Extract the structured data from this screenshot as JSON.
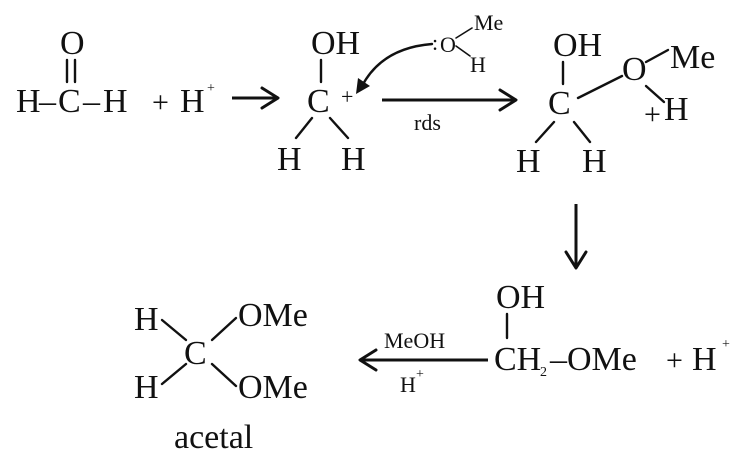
{
  "formaldehyde": {
    "o": "O",
    "h_left": "H",
    "dash1": "–",
    "c": "C",
    "dash2": "–",
    "h_right": "H"
  },
  "proton1": {
    "plus": "+",
    "h": "H",
    "charge": "+"
  },
  "cation": {
    "oh": "OH",
    "c": "C",
    "charge": "+",
    "h_left": "H",
    "h_right": "H"
  },
  "methanol_attack": {
    "lone_pair": ":",
    "o": "O",
    "me": "Me",
    "h": "H"
  },
  "arrow1_label": "rds",
  "oxonium": {
    "oh": "OH",
    "c": "C",
    "o": "O",
    "me": "Me",
    "charge": "+",
    "h_o": "H",
    "h_left": "H",
    "h_right": "H"
  },
  "hemiacetal": {
    "oh": "OH",
    "ch2": "CH",
    "sub2": "2",
    "ome": "–OMe",
    "plus": "+",
    "h": "H",
    "charge": "+"
  },
  "arrow3": {
    "top_label": "MeOH",
    "bottom_label": "H",
    "bottom_charge": "+"
  },
  "acetal": {
    "h_top": "H",
    "h_bottom": "H",
    "c": "C",
    "ome_top": "OMe",
    "ome_bottom": "OMe",
    "caption": "acetal"
  }
}
